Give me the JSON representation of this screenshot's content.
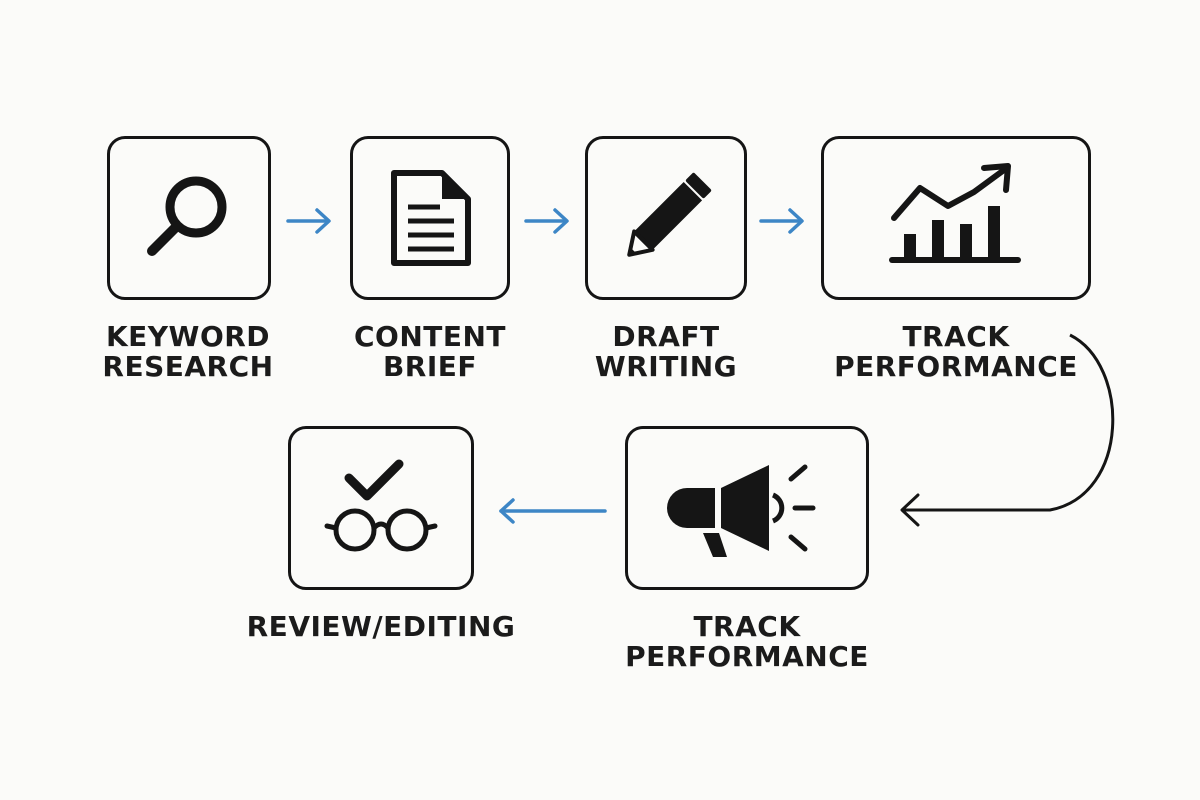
{
  "colors": {
    "arrow_blue": "#3d86c6",
    "stroke": "#151515",
    "background": "#fbfbf9"
  },
  "steps": [
    {
      "line1": "KEYWORD",
      "line2": "RESEARCH",
      "icon": "magnifying-glass-icon"
    },
    {
      "line1": "CONTENT",
      "line2": "BRIEF",
      "icon": "document-icon"
    },
    {
      "line1": "DRAFT",
      "line2": "WRITING",
      "icon": "pencil-icon"
    },
    {
      "line1": "TRACK",
      "line2": "PERFORMANCE",
      "icon": "growth-chart-icon"
    },
    {
      "line1": "TRACK",
      "line2": "PERFORMANCE",
      "icon": "megaphone-icon"
    },
    {
      "line1": "REVIEW/EDITING",
      "line2": "",
      "icon": "check-glasses-icon"
    }
  ]
}
